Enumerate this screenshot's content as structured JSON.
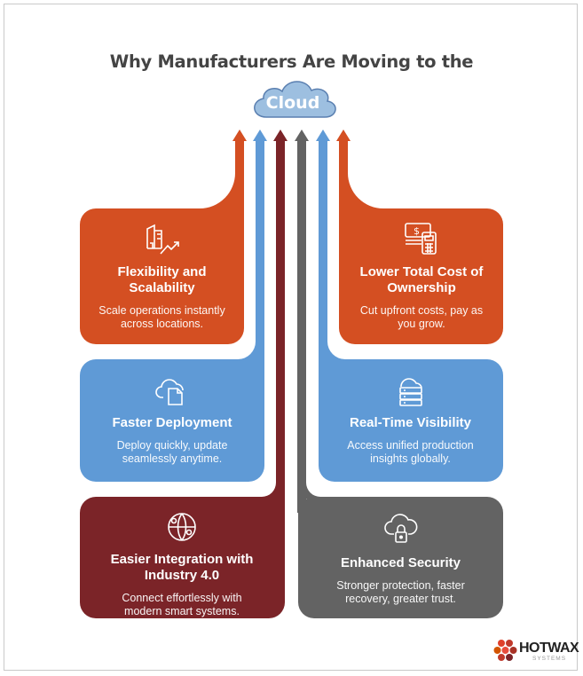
{
  "title": "Why Manufacturers Are Moving to the",
  "cloud_label": "Cloud",
  "colors": {
    "orange": "#d44f22",
    "blue": "#5f9ad6",
    "dark_red": "#7b2428",
    "gray": "#636363",
    "cloud_fill": "#9dbfe0",
    "cloud_stroke": "#5a7fb0",
    "title": "#444444"
  },
  "cards": [
    {
      "title_line1": "Flexibility and",
      "title_line2": "Scalability",
      "desc_line1": "Scale operations instantly",
      "desc_line2": "across locations.",
      "icon": "buildings-growth-icon",
      "color": "orange"
    },
    {
      "title_line1": "Lower Total Cost of",
      "title_line2": "Ownership",
      "desc_line1": "Cut upfront costs, pay as",
      "desc_line2": "you grow.",
      "icon": "money-calculator-icon",
      "color": "orange"
    },
    {
      "title_line1": "Faster Deployment",
      "title_line2": "",
      "desc_line1": "Deploy quickly, update",
      "desc_line2": "seamlessly anytime.",
      "icon": "cloud-document-icon",
      "color": "blue"
    },
    {
      "title_line1": "Real-Time Visibility",
      "title_line2": "",
      "desc_line1": "Access unified production",
      "desc_line2": "insights globally.",
      "icon": "cloud-server-icon",
      "color": "blue"
    },
    {
      "title_line1": "Easier Integration with",
      "title_line2": "Industry 4.0",
      "desc_line1": "Connect effortlessly with",
      "desc_line2": "modern smart systems.",
      "icon": "globe-network-icon",
      "color": "dark_red"
    },
    {
      "title_line1": "Enhanced Security",
      "title_line2": "",
      "desc_line1": "Stronger protection, faster",
      "desc_line2": "recovery, greater trust.",
      "icon": "cloud-lock-icon",
      "color": "gray"
    }
  ],
  "logo": {
    "name": "HOTWAX",
    "sub": "SYSTEMS"
  }
}
